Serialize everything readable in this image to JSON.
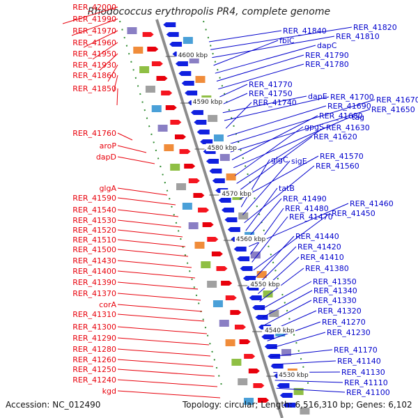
{
  "title": "Rhodococcus erythropolis PR4, complete genome",
  "footer": {
    "accession": "Accession: NC_012490",
    "topology": "Topology: circular; Length: 6,516,310 bp; Genes: 6,102"
  },
  "scale_labels": [
    "4600 kbp",
    "4590 kbp",
    "4580 kbp",
    "4570 kbp",
    "4560 kbp",
    "4550 kbp",
    "4540 kbp",
    "4530 kbp"
  ],
  "left_labels": [
    "RER_42000",
    "RER_41990",
    "RER_41970",
    "RER_41960",
    "RER_41950",
    "RER_41930",
    "RER_41860",
    "RER_41850",
    "RER_41760",
    "aroP",
    "dapD",
    "glgA",
    "RER_41590",
    "RER_41540",
    "RER_41530",
    "RER_41520",
    "RER_41510",
    "RER_41500",
    "RER_41430",
    "RER_41400",
    "RER_41390",
    "RER_41370",
    "corA",
    "RER_41310",
    "RER_41300",
    "RER_41290",
    "RER_41280",
    "RER_41260",
    "RER_41250",
    "RER_41240",
    "kgd"
  ],
  "right_labels": [
    "RER_41840",
    "RER_41820",
    "RER_41810",
    "fbiC",
    "dapC",
    "RER_41790",
    "RER_41780",
    "RER_41770",
    "RER_41750",
    "dapE",
    "RER_41700",
    "RER_41740",
    "RER_41690",
    "RER_41670",
    "RER_41650",
    "RER_41680",
    "tag",
    "gpgS",
    "RER_41630",
    "RER_41620",
    "RER_41570",
    "glgC",
    "sigE",
    "RER_41560",
    "tatB",
    "RER_41490",
    "RER_41460",
    "RER_41480",
    "RER_41470",
    "RER_41450",
    "RER_41440",
    "RER_41420",
    "RER_41410",
    "RER_41380",
    "RER_41350",
    "RER_41340",
    "RER_41330",
    "RER_41320",
    "RER_41270",
    "RER_41230",
    "RER_41170",
    "RER_41140",
    "RER_41130",
    "RER_41110",
    "RER_41100"
  ],
  "colors": {
    "left_label": "#e8000b",
    "right_label": "#0000cc",
    "backbone": "#9a9a9a",
    "tick": "#2e8b2e"
  }
}
